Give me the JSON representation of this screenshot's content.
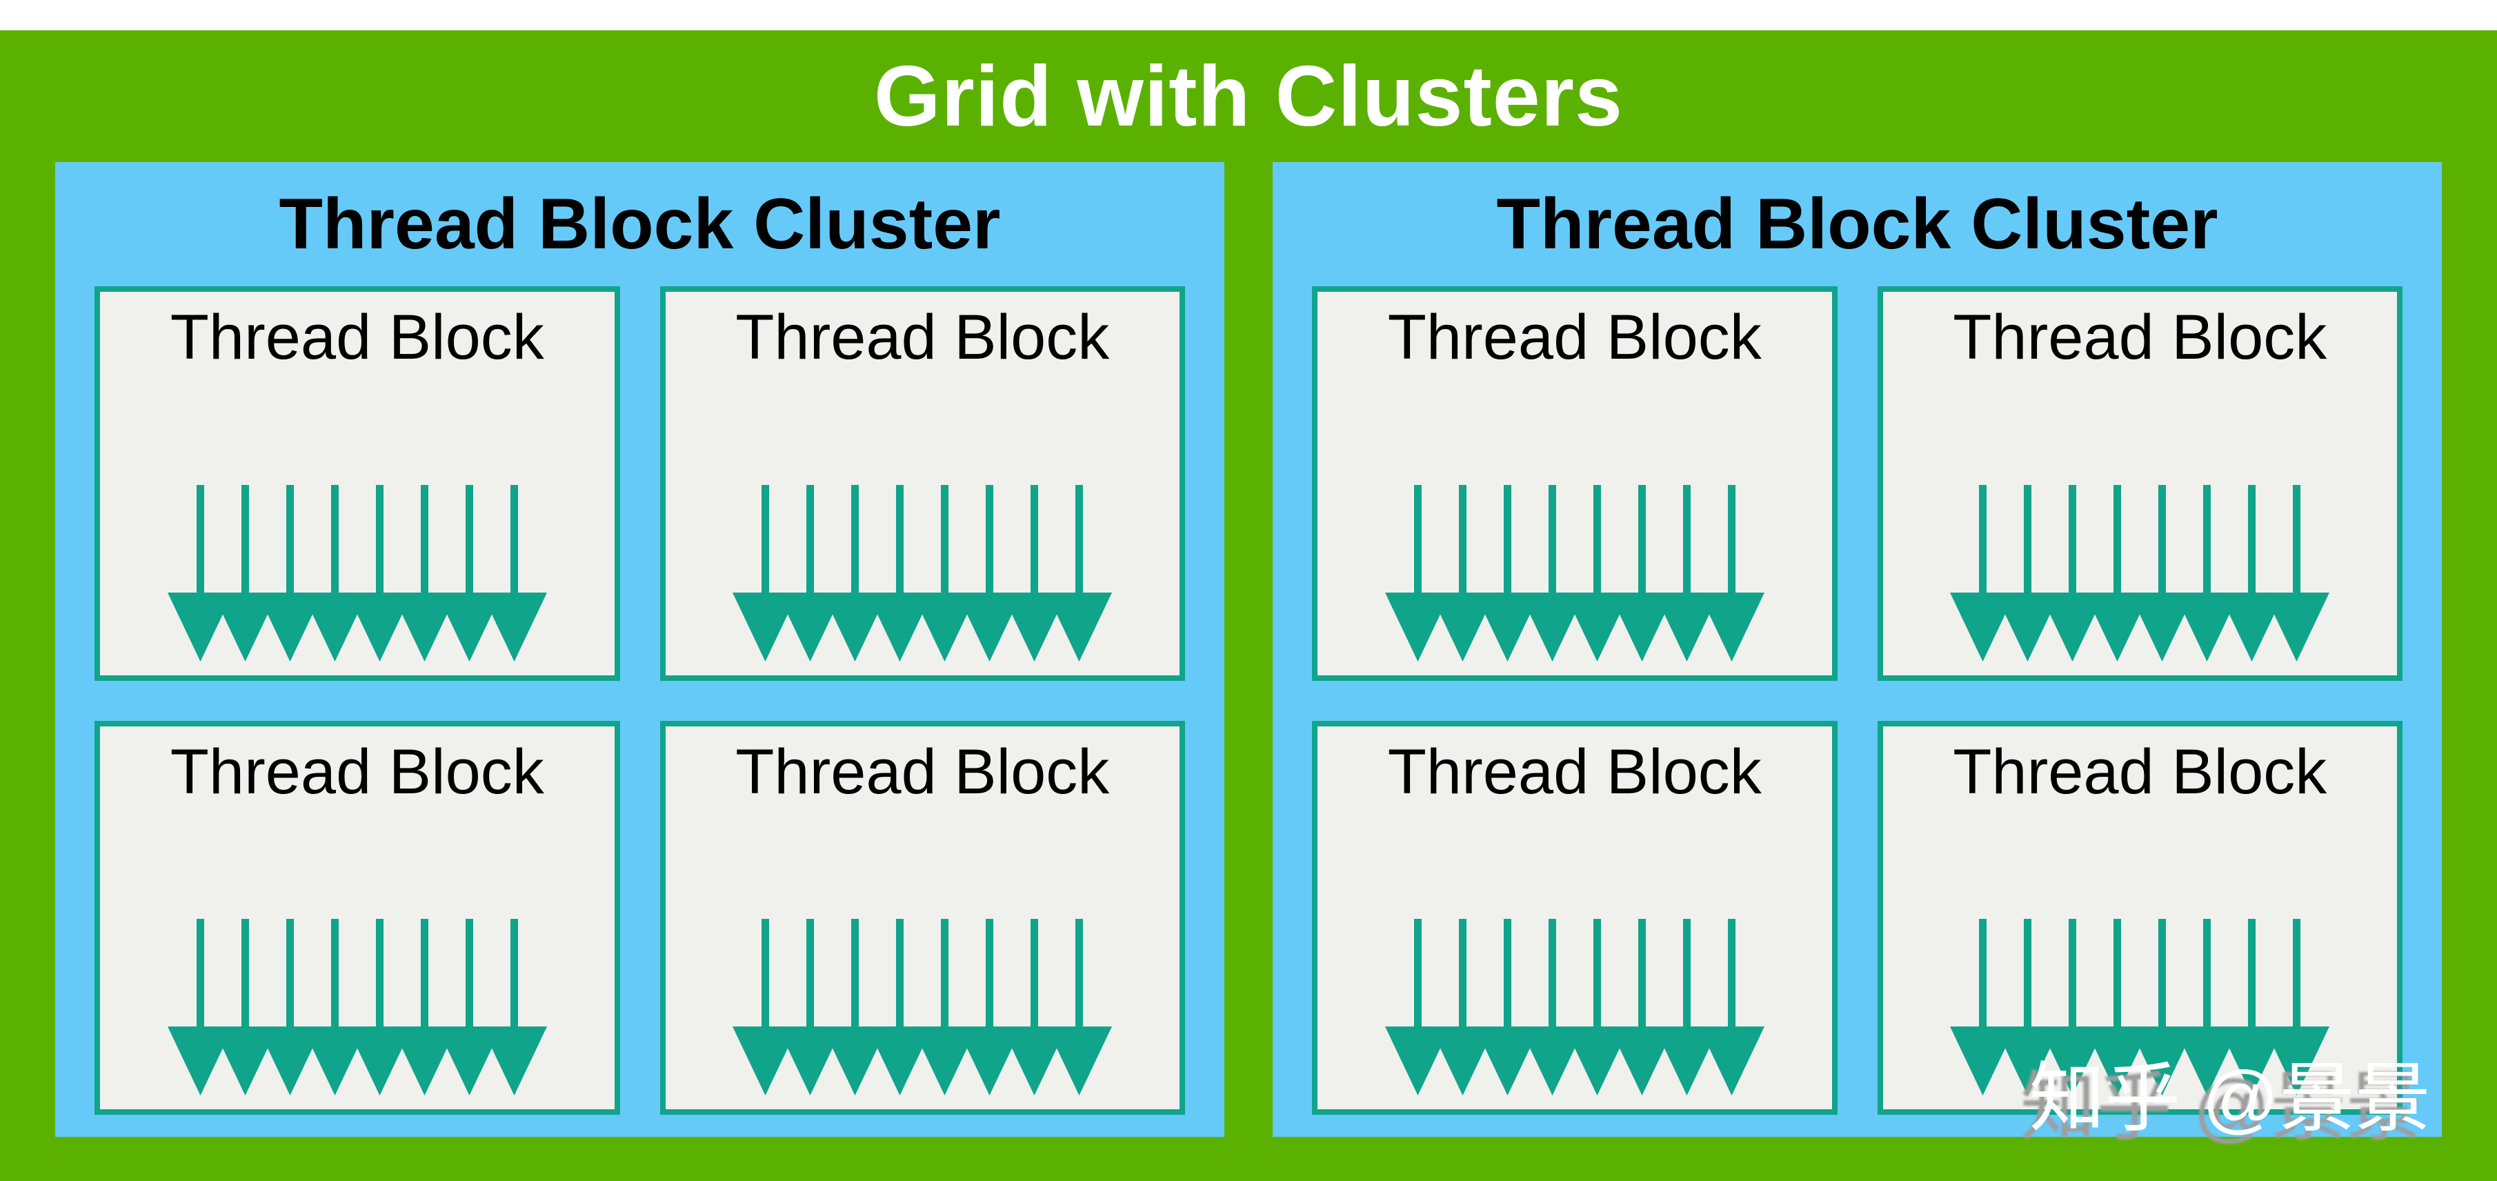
{
  "title": "Grid with Clusters",
  "clusters": [
    {
      "title": "Thread Block Cluster",
      "blocks": [
        {
          "label": "Thread Block"
        },
        {
          "label": "Thread Block"
        },
        {
          "label": "Thread Block"
        },
        {
          "label": "Thread Block"
        }
      ]
    },
    {
      "title": "Thread Block Cluster",
      "blocks": [
        {
          "label": "Thread Block"
        },
        {
          "label": "Thread Block"
        },
        {
          "label": "Thread Block"
        },
        {
          "label": "Thread Block"
        }
      ]
    }
  ],
  "arrows": {
    "per_block": 8,
    "direction": "down",
    "color": "#10A48B"
  },
  "watermark": {
    "text": "知乎 @景景"
  },
  "colors": {
    "grid_green": "#5BB100",
    "cluster_blue": "#66CAF8",
    "block_background": "#F0F0ED",
    "arrow_teal": "#10A48B",
    "title_text": "#FFFFFF",
    "label_text": "#000000",
    "watermark_shadow": "#9E9E9E"
  }
}
